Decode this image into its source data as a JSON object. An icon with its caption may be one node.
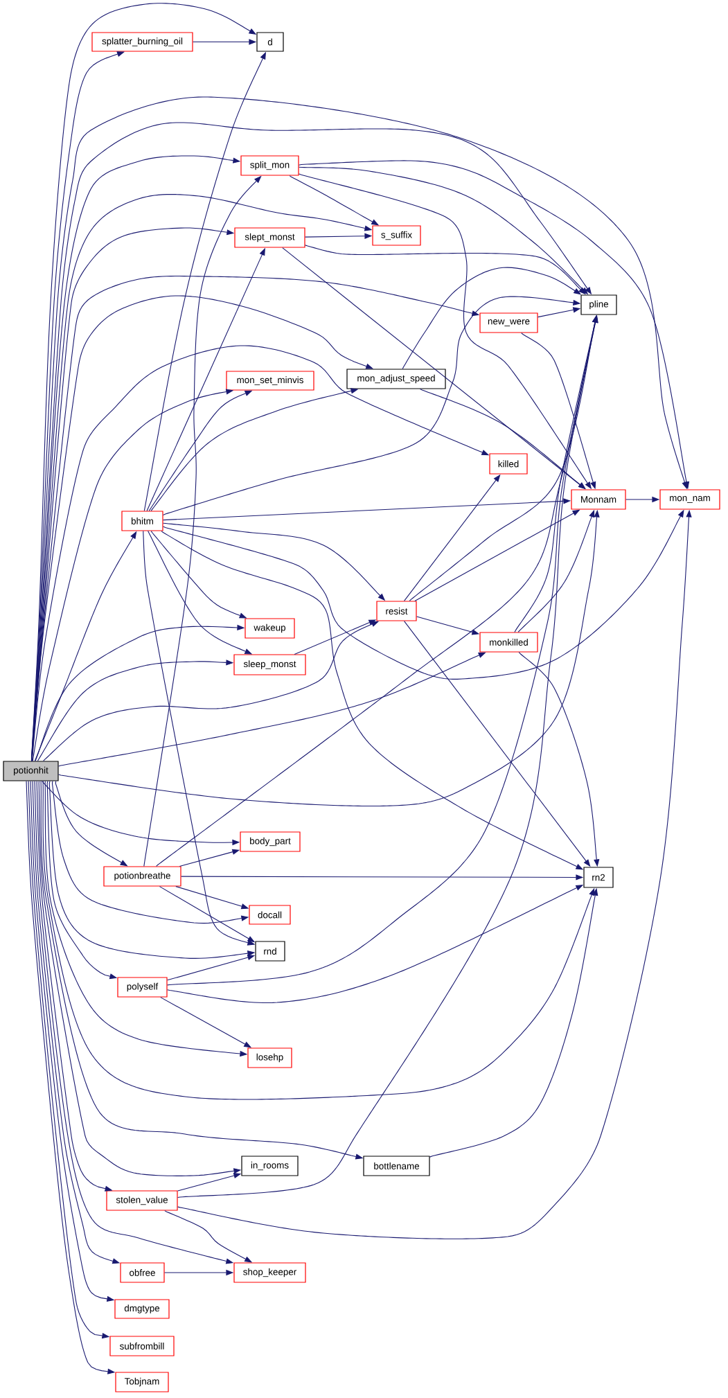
{
  "diagram": {
    "nodes": [
      {
        "text": [
          "potionhit"
        ]
      },
      {
        "text": [
          "splatter_burning_oil"
        ]
      },
      {
        "text": [
          "d"
        ]
      },
      {
        "text": [
          "split_mon"
        ]
      },
      {
        "text": [
          "s_suffix"
        ]
      },
      {
        "text": [
          "slept_monst"
        ]
      },
      {
        "text": [
          "pline"
        ]
      },
      {
        "text": [
          "new_were"
        ]
      },
      {
        "text": [
          "mon_set_minvis"
        ]
      },
      {
        "text": [
          "mon_adjust_speed"
        ]
      },
      {
        "text": [
          "killed"
        ]
      },
      {
        "text": [
          "Monnam"
        ]
      },
      {
        "text": [
          "mon_nam"
        ]
      },
      {
        "text": [
          "bhitm"
        ]
      },
      {
        "text": [
          "resist"
        ]
      },
      {
        "text": [
          "wakeup"
        ]
      },
      {
        "text": [
          "monkilled"
        ]
      },
      {
        "text": [
          "sleep_monst"
        ]
      },
      {
        "text": [
          "body_part"
        ]
      },
      {
        "text": [
          "potionbreathe"
        ]
      },
      {
        "text": [
          "rn2"
        ]
      },
      {
        "text": [
          "docall"
        ]
      },
      {
        "text": [
          "rnd"
        ]
      },
      {
        "text": [
          "polyself"
        ]
      },
      {
        "text": [
          "losehp"
        ]
      },
      {
        "text": [
          "in_rooms"
        ]
      },
      {
        "text": [
          "bottlename"
        ]
      },
      {
        "text": [
          "stolen_value"
        ]
      },
      {
        "text": [
          "shop_keeper"
        ]
      },
      {
        "text": [
          "obfree"
        ]
      },
      {
        "text": [
          "dmgtype"
        ]
      },
      {
        "text": [
          "subfrombill"
        ]
      },
      {
        "text": [
          "Tobjnam"
        ]
      }
    ],
    "edges": [
      {
        "from": 0,
        "to": 1,
        "arrow": "to"
      },
      {
        "from": 0,
        "to": 2,
        "arrow": "to"
      },
      {
        "from": 0,
        "to": 12,
        "arrow": "to"
      },
      {
        "from": 0,
        "to": 6,
        "arrow": "to"
      },
      {
        "from": 0,
        "to": 3,
        "arrow": "to"
      },
      {
        "from": 0,
        "to": 4,
        "arrow": "to"
      },
      {
        "from": 0,
        "to": 5,
        "arrow": "to"
      },
      {
        "from": 0,
        "to": 7,
        "arrow": "to"
      },
      {
        "from": 0,
        "to": 9,
        "arrow": "to"
      },
      {
        "from": 0,
        "to": 8,
        "arrow": "to"
      },
      {
        "from": 0,
        "to": 10,
        "arrow": "to"
      },
      {
        "from": 0,
        "to": 13,
        "arrow": "to"
      },
      {
        "from": 0,
        "to": 15,
        "arrow": "to"
      },
      {
        "from": 0,
        "to": 17,
        "arrow": "to"
      },
      {
        "from": 0,
        "to": 14,
        "arrow": "to"
      },
      {
        "from": 0,
        "to": 16,
        "arrow": "to"
      },
      {
        "from": 0,
        "to": 11,
        "arrow": "to"
      },
      {
        "from": 0,
        "to": 18,
        "arrow": "to"
      },
      {
        "from": 0,
        "to": 19,
        "arrow": "to"
      },
      {
        "from": 0,
        "to": 21,
        "arrow": "to"
      },
      {
        "from": 0,
        "to": 22,
        "arrow": "to"
      },
      {
        "from": 0,
        "to": 23,
        "arrow": "to"
      },
      {
        "from": 0,
        "to": 24,
        "arrow": "to"
      },
      {
        "from": 0,
        "to": 20,
        "arrow": "to"
      },
      {
        "from": 0,
        "to": 26,
        "arrow": "to"
      },
      {
        "from": 0,
        "to": 25,
        "arrow": "to"
      },
      {
        "from": 0,
        "to": 27,
        "arrow": "to"
      },
      {
        "from": 0,
        "to": 28,
        "arrow": "to"
      },
      {
        "from": 0,
        "to": 29,
        "arrow": "to"
      },
      {
        "from": 0,
        "to": 30,
        "arrow": "to"
      },
      {
        "from": 0,
        "to": 31,
        "arrow": "to"
      },
      {
        "from": 0,
        "to": 32,
        "arrow": "to"
      },
      {
        "from": 1,
        "to": 2,
        "arrow": "to"
      },
      {
        "from": 3,
        "to": 4,
        "arrow": "to"
      },
      {
        "from": 3,
        "to": 6,
        "arrow": "to"
      },
      {
        "from": 3,
        "to": 12,
        "arrow": "to"
      },
      {
        "from": 3,
        "to": 11,
        "arrow": "to"
      },
      {
        "from": 5,
        "to": 4,
        "arrow": "to"
      },
      {
        "from": 5,
        "to": 6,
        "arrow": "to"
      },
      {
        "from": 5,
        "to": 11,
        "arrow": "to"
      },
      {
        "from": 7,
        "to": 6,
        "arrow": "to"
      },
      {
        "from": 7,
        "to": 11,
        "arrow": "to"
      },
      {
        "from": 9,
        "to": 6,
        "arrow": "to"
      },
      {
        "from": 9,
        "to": 11,
        "arrow": "to"
      },
      {
        "from": 13,
        "to": 2,
        "arrow": "to"
      },
      {
        "from": 13,
        "to": 5,
        "arrow": "to"
      },
      {
        "from": 13,
        "to": 8,
        "arrow": "to"
      },
      {
        "from": 13,
        "to": 9,
        "arrow": "to"
      },
      {
        "from": 13,
        "to": 6,
        "arrow": "to"
      },
      {
        "from": 13,
        "to": 11,
        "arrow": "to"
      },
      {
        "from": 13,
        "to": 14,
        "arrow": "to"
      },
      {
        "from": 13,
        "to": 15,
        "arrow": "to"
      },
      {
        "from": 13,
        "to": 17,
        "arrow": "to"
      },
      {
        "from": 13,
        "to": 20,
        "arrow": "to"
      },
      {
        "from": 13,
        "to": 12,
        "arrow": "to"
      },
      {
        "from": 13,
        "to": 22,
        "arrow": "to"
      },
      {
        "from": 14,
        "to": 10,
        "arrow": "to"
      },
      {
        "from": 14,
        "to": 6,
        "arrow": "to"
      },
      {
        "from": 14,
        "to": 11,
        "arrow": "to"
      },
      {
        "from": 14,
        "to": 16,
        "arrow": "to"
      },
      {
        "from": 14,
        "to": 20,
        "arrow": "to"
      },
      {
        "from": 16,
        "to": 6,
        "arrow": "to"
      },
      {
        "from": 16,
        "to": 11,
        "arrow": "to"
      },
      {
        "from": 16,
        "to": 20,
        "arrow": "to"
      },
      {
        "from": 11,
        "to": 12,
        "arrow": "to"
      },
      {
        "from": 17,
        "to": 14,
        "arrow": "to"
      },
      {
        "from": 19,
        "to": 3,
        "arrow": "to"
      },
      {
        "from": 19,
        "to": 18,
        "arrow": "to"
      },
      {
        "from": 19,
        "to": 20,
        "arrow": "to"
      },
      {
        "from": 19,
        "to": 21,
        "arrow": "to"
      },
      {
        "from": 19,
        "to": 22,
        "arrow": "to"
      },
      {
        "from": 19,
        "to": 6,
        "arrow": "to"
      },
      {
        "from": 23,
        "to": 22,
        "arrow": "to"
      },
      {
        "from": 23,
        "to": 20,
        "arrow": "to"
      },
      {
        "from": 23,
        "to": 24,
        "arrow": "to"
      },
      {
        "from": 23,
        "to": 6,
        "arrow": "to"
      },
      {
        "from": 26,
        "to": 20,
        "arrow": "to"
      },
      {
        "from": 27,
        "to": 25,
        "arrow": "to"
      },
      {
        "from": 27,
        "to": 28,
        "arrow": "to"
      },
      {
        "from": 27,
        "to": 12,
        "arrow": "to"
      },
      {
        "from": 27,
        "to": 6,
        "arrow": "to"
      },
      {
        "from": 29,
        "to": 28,
        "arrow": "to"
      }
    ]
  }
}
